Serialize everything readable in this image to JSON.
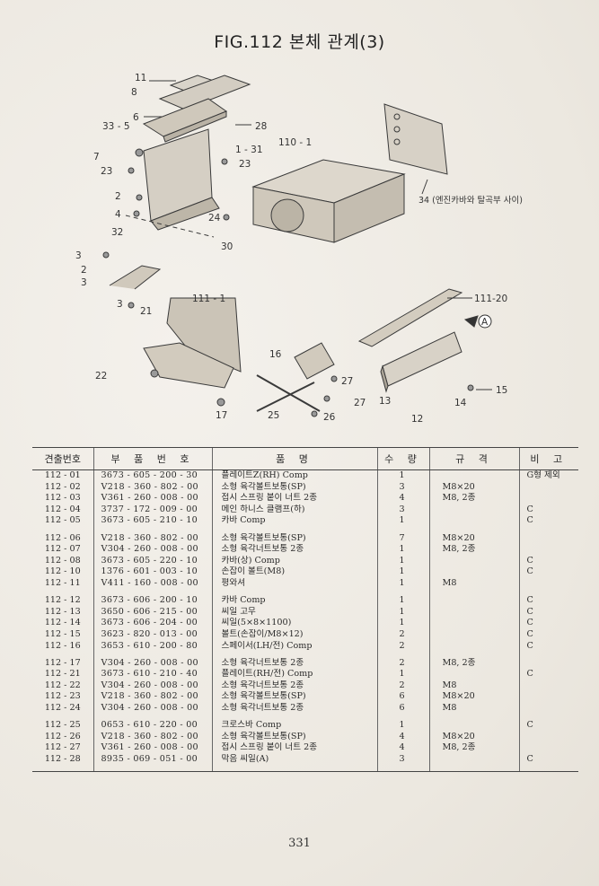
{
  "title": "FIG.112 본체 관계(3)",
  "callouts": {
    "c11": "11",
    "c8": "8",
    "c33_5": "33 - 5",
    "c6": "6",
    "c28": "28",
    "c1_31": "1 - 31",
    "c110_1": "110 - 1",
    "c7": "7",
    "c23a": "23",
    "c23b": "23",
    "c34": "34 (엔진카바와 탈곡부 사이)",
    "c2a": "2",
    "c4": "4",
    "c24": "24",
    "c32": "32",
    "c30": "30",
    "c3a": "3",
    "c2b": "2",
    "c3b": "3",
    "c111_1": "111 - 1",
    "c111_20": "111-20",
    "c3c": "3",
    "c21": "21",
    "cA": "A",
    "c16": "16",
    "c22": "22",
    "c27a": "27",
    "c27b": "27",
    "c15": "15",
    "c13": "13",
    "c14": "14",
    "c17": "17",
    "c25": "25",
    "c26": "26",
    "c12": "12"
  },
  "table": {
    "headers": [
      "견출번호",
      "부 품 번 호",
      "품 명",
      "수 량",
      "규 격",
      "비 고"
    ],
    "groups": [
      [
        {
          "no": "112 - 01",
          "part": "3673 - 605 - 200 - 30",
          "name": "플레이트Z(RH) Comp",
          "qty": "1",
          "spec": "",
          "note": "G형 제외"
        },
        {
          "no": "112 - 02",
          "part": "V218 - 360 - 802 - 00",
          "name": "소형 육각볼트보통(SP)",
          "qty": "3",
          "spec": "M8×20",
          "note": ""
        },
        {
          "no": "112 - 03",
          "part": "V361 - 260 - 008 - 00",
          "name": "접시 스프링 붙이 너트 2종",
          "qty": "4",
          "spec": "M8, 2종",
          "note": ""
        },
        {
          "no": "112 - 04",
          "part": "3737 - 172 - 009 - 00",
          "name": "메인 하니스 클램프(하)",
          "qty": "3",
          "spec": "",
          "note": "C"
        },
        {
          "no": "112 - 05",
          "part": "3673 - 605 - 210 - 10",
          "name": "카바 Comp",
          "qty": "1",
          "spec": "",
          "note": "C"
        }
      ],
      [
        {
          "no": "112 - 06",
          "part": "V218 - 360 - 802 - 00",
          "name": "소형 육각볼트보통(SP)",
          "qty": "7",
          "spec": "M8×20",
          "note": ""
        },
        {
          "no": "112 - 07",
          "part": "V304 - 260 - 008 - 00",
          "name": "소형 육각너트보통 2종",
          "qty": "1",
          "spec": "M8, 2종",
          "note": ""
        },
        {
          "no": "112 - 08",
          "part": "3673 - 605 - 220 - 10",
          "name": "카바(상) Comp",
          "qty": "1",
          "spec": "",
          "note": "C"
        },
        {
          "no": "112 - 10",
          "part": "1376 - 601 - 003 - 10",
          "name": "손잡이 볼트(M8)",
          "qty": "1",
          "spec": "",
          "note": "C"
        },
        {
          "no": "112 - 11",
          "part": "V411 - 160 - 008 - 00",
          "name": "평와셔",
          "qty": "1",
          "spec": "M8",
          "note": ""
        }
      ],
      [
        {
          "no": "112 - 12",
          "part": "3673 - 606 - 200 - 10",
          "name": "카바 Comp",
          "qty": "1",
          "spec": "",
          "note": "C"
        },
        {
          "no": "112 - 13",
          "part": "3650 - 606 - 215 - 00",
          "name": "씨일 고무",
          "qty": "1",
          "spec": "",
          "note": "C"
        },
        {
          "no": "112 - 14",
          "part": "3673 - 606 - 204 - 00",
          "name": "씨일(5×8×1100)",
          "qty": "1",
          "spec": "",
          "note": "C"
        },
        {
          "no": "112 - 15",
          "part": "3623 - 820 - 013 - 00",
          "name": "볼트(손잡이/M8×12)",
          "qty": "2",
          "spec": "",
          "note": "C"
        },
        {
          "no": "112 - 16",
          "part": "3653 - 610 - 200 - 80",
          "name": "스페이서(LH/전) Comp",
          "qty": "2",
          "spec": "",
          "note": "C"
        }
      ],
      [
        {
          "no": "112 - 17",
          "part": "V304 - 260 - 008 - 00",
          "name": "소형 육각너트보통 2종",
          "qty": "2",
          "spec": "M8, 2종",
          "note": ""
        },
        {
          "no": "112 - 21",
          "part": "3673 - 610 - 210 - 40",
          "name": "플레이트(RH/전) Comp",
          "qty": "1",
          "spec": "",
          "note": "C"
        },
        {
          "no": "112 - 22",
          "part": "V304 - 260 - 008 - 00",
          "name": "소형 육각너트보통 2종",
          "qty": "2",
          "spec": "M8",
          "note": ""
        },
        {
          "no": "112 - 23",
          "part": "V218 - 360 - 802 - 00",
          "name": "소형 육각볼트보통(SP)",
          "qty": "6",
          "spec": "M8×20",
          "note": ""
        },
        {
          "no": "112 - 24",
          "part": "V304 - 260 - 008 - 00",
          "name": "소형 육각너트보통 2종",
          "qty": "6",
          "spec": "M8",
          "note": ""
        }
      ],
      [
        {
          "no": "112 - 25",
          "part": "0653 - 610 - 220 - 00",
          "name": "크로스바 Comp",
          "qty": "1",
          "spec": "",
          "note": "C"
        },
        {
          "no": "112 - 26",
          "part": "V218 - 360 - 802 - 00",
          "name": "소형 육각볼트보통(SP)",
          "qty": "4",
          "spec": "M8×20",
          "note": ""
        },
        {
          "no": "112 - 27",
          "part": "V361 - 260 - 008 - 00",
          "name": "접시 스프링 붙이 너트 2종",
          "qty": "4",
          "spec": "M8, 2종",
          "note": ""
        },
        {
          "no": "112 - 28",
          "part": "8935 - 069 - 051 - 00",
          "name": "막음 씨일(A)",
          "qty": "3",
          "spec": "",
          "note": "C"
        }
      ]
    ]
  },
  "page_number": "331"
}
